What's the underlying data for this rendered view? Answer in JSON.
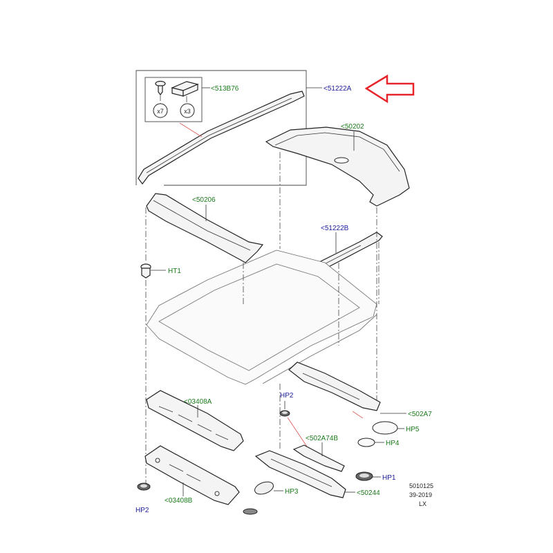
{
  "callouts": {
    "kit_513B76": "<513B76",
    "rail_51222A": "<51222A",
    "panel_50202": "<50202",
    "rail_50206": "<50206",
    "rail_51222B": "<51222B",
    "clip_HT1": "HT1",
    "bow_03408A": "<03408A",
    "plug_HP2_upper": "HP2",
    "bracket_502A7": "<502A7",
    "plug_HP5": "HP5",
    "bracket_502A74B": "<502A74B",
    "plug_HP4": "HP4",
    "plug_HP1": "HP1",
    "plug_HP3": "HP3",
    "bracket_50244": "<50244",
    "bow_03408B": "<03408B",
    "plug_HP2_lower": "HP2"
  },
  "kit_counts": {
    "clips": "x7",
    "blocks": "x3"
  },
  "stamp": {
    "line1": "5010125",
    "line2": "39-2019",
    "line3": "LX"
  },
  "colors": {
    "arrow": "#e8232a",
    "label_green": "#1a7a1a",
    "label_blue": "#1a1a9a",
    "leader_red": "#e06060"
  }
}
